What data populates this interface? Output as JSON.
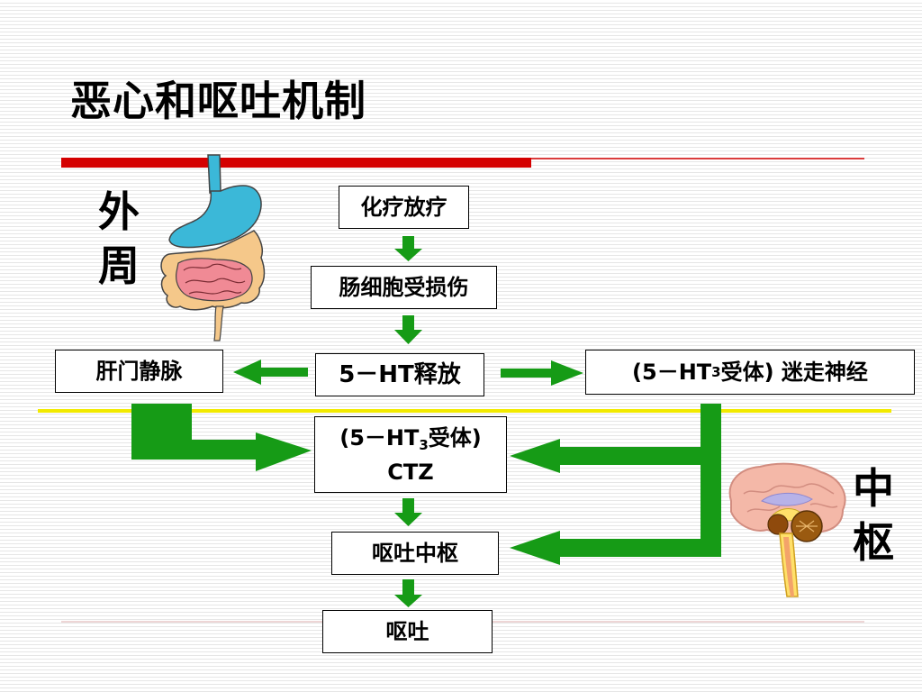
{
  "title": "恶心和呕吐机制",
  "labels": {
    "peripheral": "外周",
    "central": "中枢"
  },
  "nodes": {
    "chemo": "化疗放疗",
    "damage": "肠细胞受损伤",
    "release_num": "5－",
    "release_rest": "HT释放",
    "portal": "肝门静脉",
    "vagus_a": "(5－HT",
    "vagus_sub": "3",
    "vagus_b": "受体) 迷走神经",
    "ctz_a": "(5－HT",
    "ctz_sub": "3",
    "ctz_b": "受体)",
    "ctz_line2": "CTZ",
    "center": "呕吐中枢",
    "vomit": "呕吐"
  },
  "colors": {
    "arrow": "#169b16",
    "red_rule": "#d40000",
    "yellow_rule": "#f2ea00"
  },
  "icons": {
    "gut": "stomach-intestines-icon",
    "brain": "brain-icon"
  }
}
